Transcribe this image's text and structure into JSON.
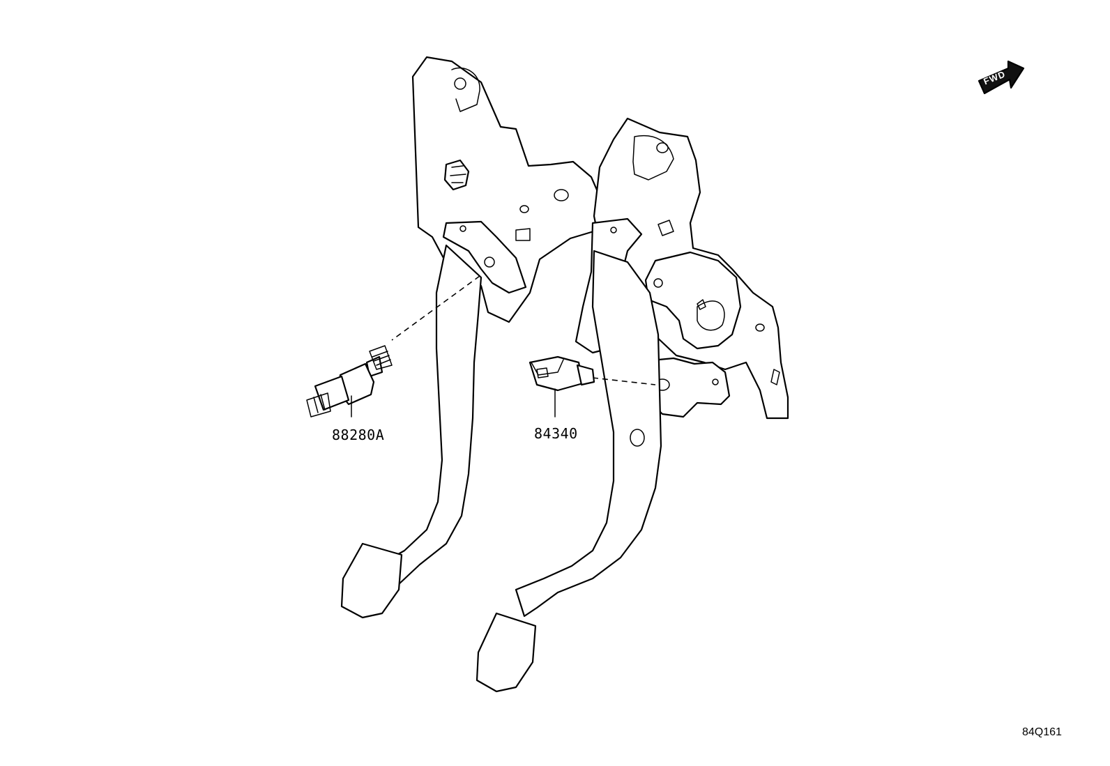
{
  "diagram": {
    "fwd_arrow_label": "FWD",
    "diagram_code": "84Q161",
    "parts": [
      {
        "id": "part_left",
        "part_number": "88280A",
        "icon": "switch-connector-icon"
      },
      {
        "id": "part_right",
        "part_number": "84340",
        "icon": "switch-connector-icon"
      }
    ],
    "colors": {
      "line": "#000000",
      "background": "#ffffff"
    }
  }
}
